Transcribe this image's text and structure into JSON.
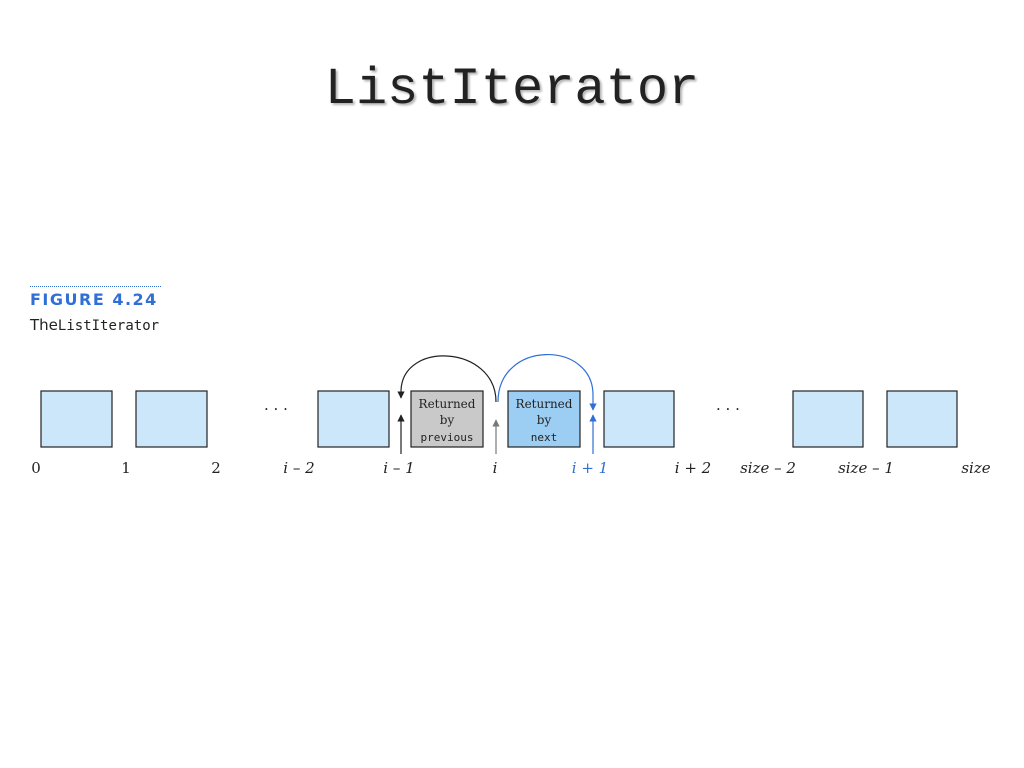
{
  "slide": {
    "title": "ListIterator"
  },
  "figure": {
    "label": "FIGURE 4.24",
    "caption_prefix": "The",
    "caption_code": "ListIterator"
  },
  "diagram": {
    "ellipsis": "· · ·",
    "prev_box": {
      "line1": "Returned",
      "line2": "by",
      "line3": "previous"
    },
    "next_box": {
      "line1": "Returned",
      "line2": "by",
      "line3": "next"
    },
    "indices": [
      "0",
      "1",
      "2",
      "i – 2",
      "i – 1",
      "i",
      "i + 1",
      "i + 2",
      "size – 2",
      "size – 1",
      "size"
    ]
  },
  "colors": {
    "accent_blue": "#2f6fd6",
    "box_fill": "#cce6fa",
    "prev_fill": "#c9c9c9",
    "next_fill": "#9ccdf2"
  }
}
